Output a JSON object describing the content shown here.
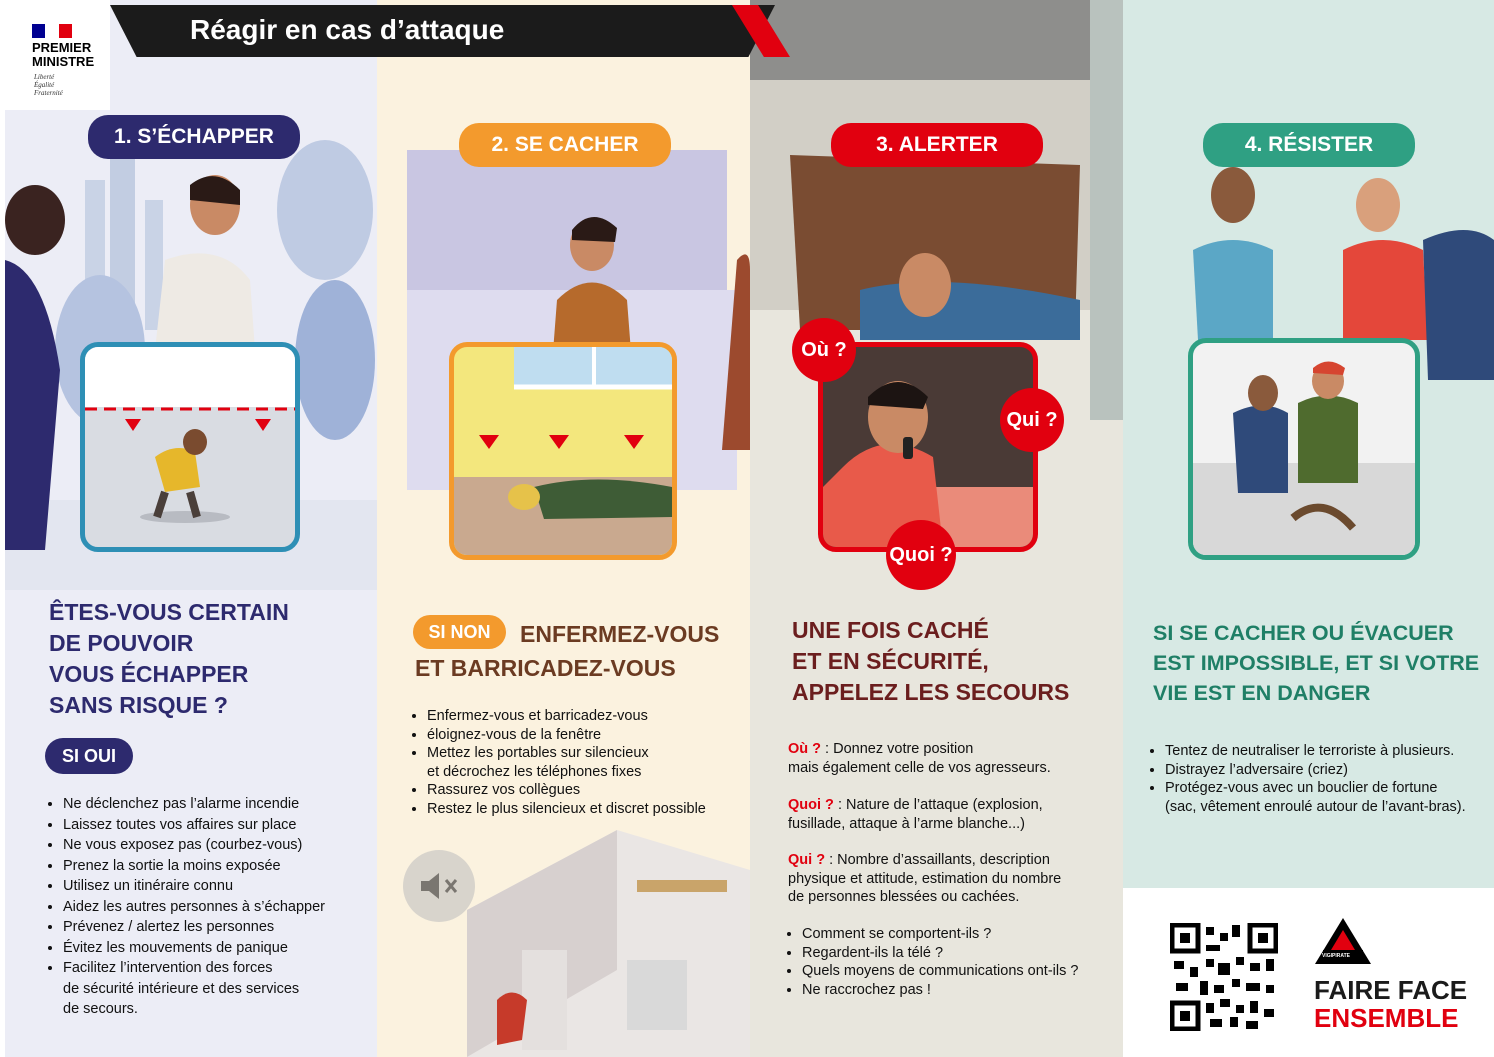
{
  "header": {
    "title": "Réagir en cas d’attaque",
    "logo_line1": "PREMIER",
    "logo_line2": "MINISTRE",
    "motto1": "Liberté",
    "motto2": "Égalité",
    "motto3": "Fraternité"
  },
  "sections": [
    {
      "number_title": "1. S’ÉCHAPPER",
      "color": "#2D2A6E",
      "heading": [
        "ÊTES-VOUS CERTAIN",
        "DE POUVOIR",
        "VOUS ÉCHAPPER",
        "SANS RISQUE ?"
      ],
      "badge": "SI OUI",
      "items": [
        "Ne déclenchez pas l’alarme incendie",
        "Laissez toutes vos affaires sur place",
        "Ne vous exposez pas (courbez-vous)",
        "Prenez la sortie la moins exposée",
        "Utilisez un itinéraire connu",
        "Aidez les autres personnes à s’échapper",
        "Prévenez / alertez les personnes",
        "Évitez les mouvements de panique",
        "Facilitez l’intervention des forces",
        "de sécurité intérieure et des services",
        "de secours."
      ]
    },
    {
      "number_title": "2. SE CACHER",
      "color": "#F39A2D",
      "badge": "SI NON",
      "heading": [
        "ENFERMEZ-VOUS",
        "ET BARRICADEZ-VOUS"
      ],
      "items": [
        "Enfermez-vous et barricadez-vous",
        "éloignez-vous de la fenêtre",
        "Mettez les portables sur silencieux",
        "et décrochez les téléphones fixes",
        "Rassurez vos collègues",
        "Restez le plus silencieux et discret possible"
      ]
    },
    {
      "number_title": "3. ALERTER",
      "color": "#E1000F",
      "heading": [
        "UNE FOIS CACHÉ",
        "ET EN SÉCURITÉ,",
        "APPELEZ LES SECOURS"
      ],
      "bubbles": [
        "Où ?",
        "Qui ?",
        "Quoi ?"
      ],
      "where_label": "Où ?",
      "where_text1": " : Donnez votre position",
      "where_text2": "mais également celle de vos agresseurs.",
      "what_label": "Quoi ?",
      "what_text1": " : Nature de l’attaque (explosion,",
      "what_text2": "fusillade, attaque à l’arme blanche...)",
      "who_label": "Qui ?",
      "who_text1": " : Nombre d’assaillants, description",
      "who_text2": "physique et attitude, estimation du nombre",
      "who_text3": "de personnes blessées ou cachées.",
      "items": [
        "Comment se comportent-ils ?",
        "Regardent-ils la télé ?",
        "Quels moyens de communications ont-ils ?",
        "Ne raccrochez pas !"
      ]
    },
    {
      "number_title": "4. RÉSISTER",
      "color": "#2FA083",
      "heading": [
        "SI SE CACHER OU ÉVACUER",
        "EST IMPOSSIBLE, ET SI VOTRE",
        "VIE EST EN DANGER"
      ],
      "items": [
        "Tentez de neutraliser le terroriste à plusieurs.",
        "Distrayez l’adversaire (criez)",
        "Protégez-vous avec un bouclier de fortune",
        "(sac, vêtement enroulé autour de l’avant-bras)."
      ]
    }
  ],
  "footer": {
    "vigipirate": "VIGIPIRATE",
    "line1": "FAIRE FACE",
    "line2": "ENSEMBLE"
  }
}
